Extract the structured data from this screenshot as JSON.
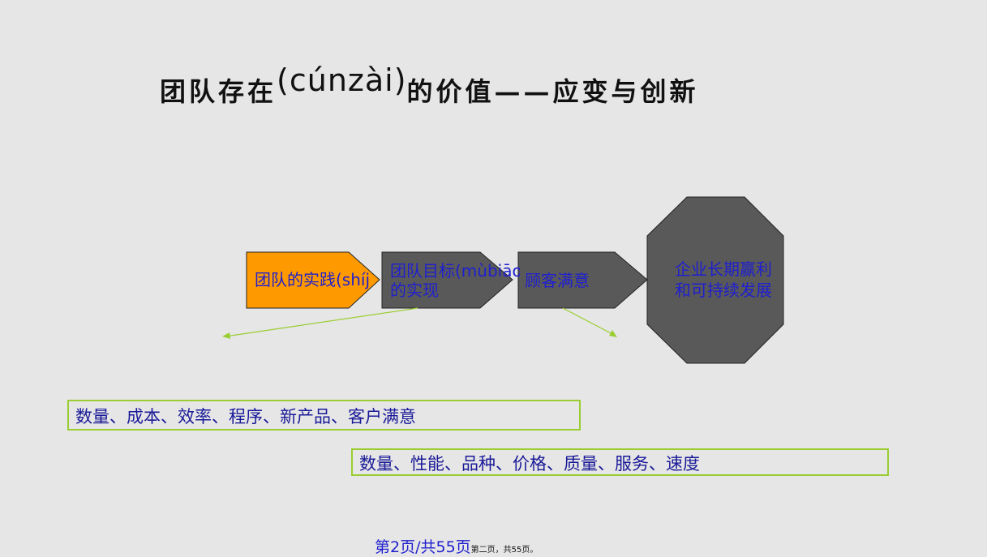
{
  "title": {
    "part1": "团队存在",
    "pinyin": "(cúnzài)",
    "part2": "的价值——应变与创新"
  },
  "diagram": {
    "steps": [
      {
        "label": "团队的实践(shíj",
        "fill": "#ff9900"
      },
      {
        "label_line1": "团队目标(mùbiāo",
        "label_line2": "的实现",
        "fill": "#595959"
      },
      {
        "label": "顾客满意",
        "fill": "#595959"
      }
    ],
    "goal": {
      "line1": "企业长期赢利",
      "line2": "和可持续发展",
      "fill": "#595959"
    }
  },
  "boxes": {
    "internal": "数量、成本、效率、程序、新产品、客户满意",
    "external": "数量、性能、品种、价格、质量、服务、速度"
  },
  "footer": {
    "page": "第2页/共55页",
    "page_small": "第二页，共55页。"
  },
  "colors": {
    "background": "#e6e6e6",
    "text_blue": "#1f1fd0",
    "border_green": "#9acd32",
    "orange": "#ff9900",
    "dark_gray": "#595959"
  }
}
